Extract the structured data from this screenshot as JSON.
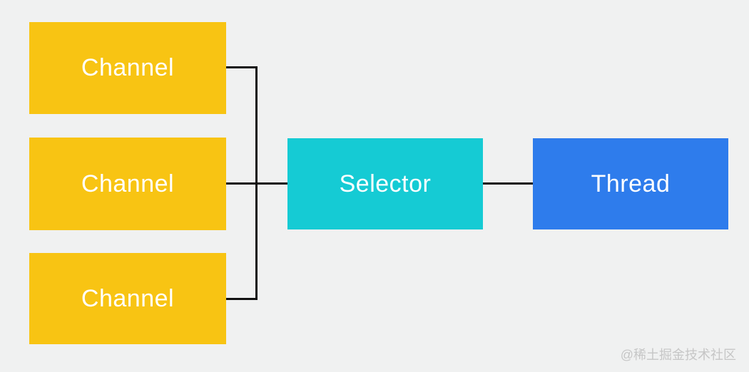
{
  "canvas": {
    "background": "#F0F1F1"
  },
  "diagram": {
    "type": "flowchart",
    "nodes": [
      {
        "id": "channel-1",
        "label": "Channel",
        "fill": "#F8C413",
        "text_color": "#FFFFFF"
      },
      {
        "id": "channel-2",
        "label": "Channel",
        "fill": "#F8C413",
        "text_color": "#FFFFFF"
      },
      {
        "id": "channel-3",
        "label": "Channel",
        "fill": "#F8C413",
        "text_color": "#FFFFFF"
      },
      {
        "id": "selector",
        "label": "Selector",
        "fill": "#15CBD4",
        "text_color": "#FFFFFF"
      },
      {
        "id": "thread",
        "label": "Thread",
        "fill": "#2E7CEC",
        "text_color": "#FFFFFF"
      }
    ],
    "edges": [
      {
        "from": "channel-1",
        "to": "selector",
        "style": "orthogonal"
      },
      {
        "from": "channel-2",
        "to": "selector",
        "style": "straight"
      },
      {
        "from": "channel-3",
        "to": "selector",
        "style": "orthogonal"
      },
      {
        "from": "selector",
        "to": "thread",
        "style": "straight"
      }
    ],
    "edge_color": "#111111"
  },
  "watermark": {
    "text": "@稀土掘金技术社区",
    "color": "#C6C6C6"
  }
}
